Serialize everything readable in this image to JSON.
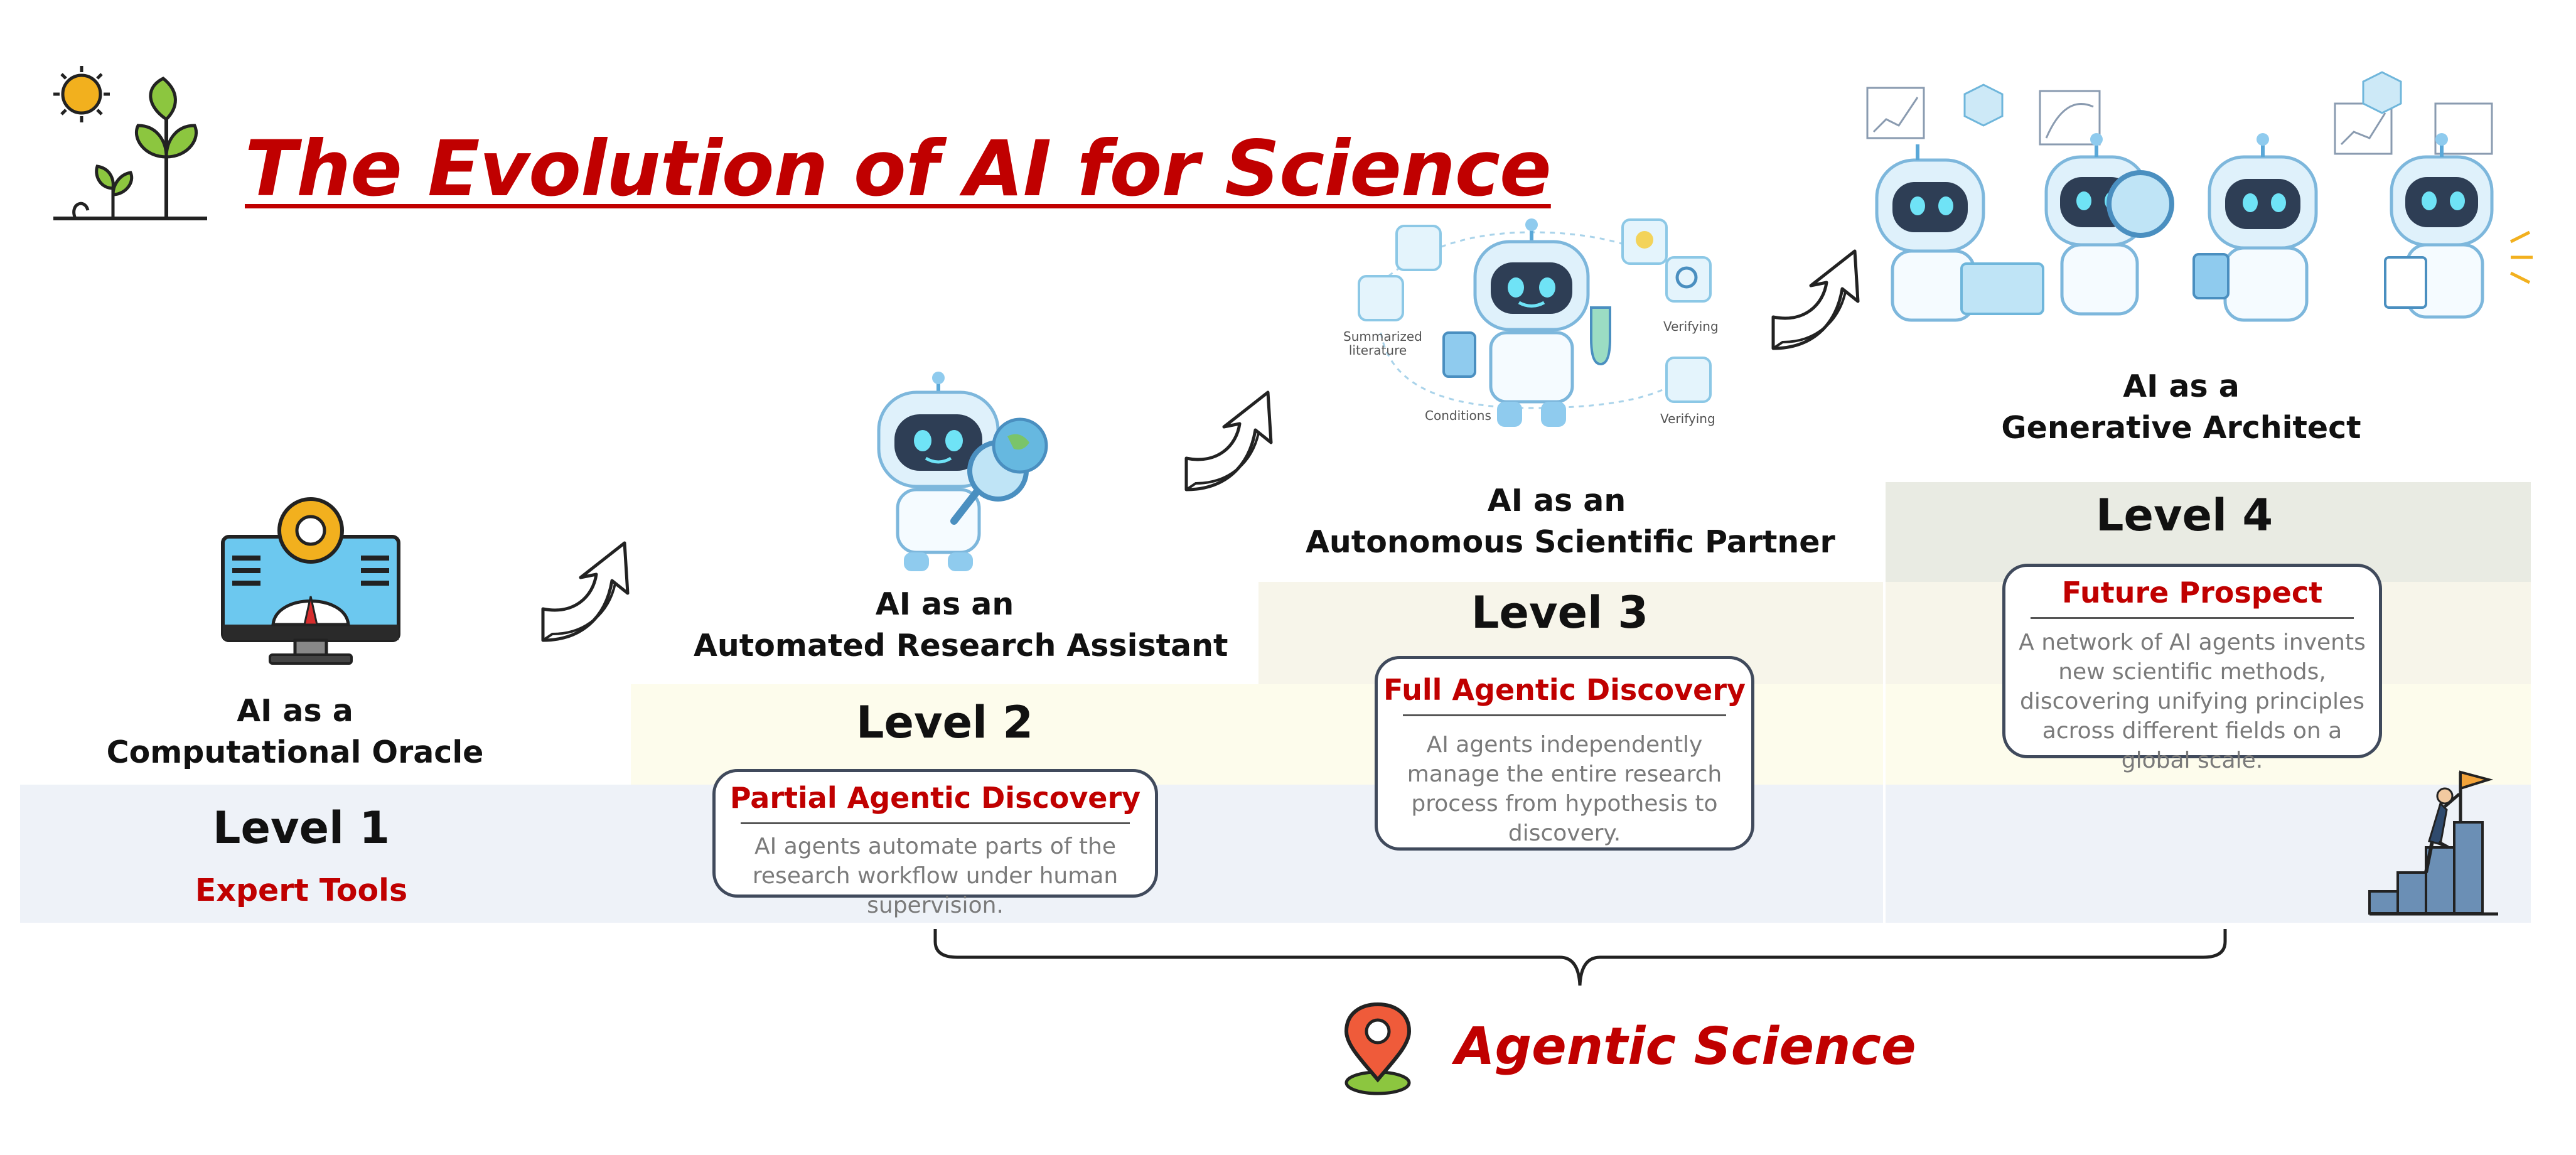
{
  "title": "The Evolution of AI for Science",
  "levels": [
    {
      "role_line1": "AI as a",
      "role_line2": "Computational Oracle",
      "level": "Level 1",
      "subtitle": "Expert Tools"
    },
    {
      "role_line1": "AI as an",
      "role_line2": "Automated Research Assistant",
      "level": "Level 2",
      "card_title": "Partial Agentic Discovery",
      "card_desc": "AI agents automate parts of the research workflow under human supervision."
    },
    {
      "role_line1": "AI as an",
      "role_line2": "Autonomous Scientific Partner",
      "level": "Level 3",
      "card_title": "Full Agentic Discovery",
      "card_desc": "AI agents independently manage the entire research process from hypothesis to discovery."
    },
    {
      "role_line1": "AI as a",
      "role_line2": "Generative Architect",
      "level": "Level 4",
      "card_title": "Future Prospect",
      "card_desc": "A network of AI agents invents new scientific methods, discovering unifying principles across different fields on a global scale."
    }
  ],
  "illustration_labels": {
    "summarized_literature": "Summarized literature",
    "conditions": "Conditions",
    "verifying_1": "Verifying",
    "verifying_2": "Verifying"
  },
  "footer": "Agentic Science",
  "colors": {
    "accent": "#c00000",
    "level1_band": "#eef2f8",
    "level2_band": "#fdfcec",
    "level3_band": "#f7f5ea",
    "level4_band": "#e9ebe3"
  },
  "icons": [
    "plant-sun-icon",
    "computer-gear-icon",
    "robot-magnifier-icon",
    "robot-scientist-icon",
    "robot-team-icon",
    "arrow-icon",
    "climber-flag-icon",
    "location-pin-icon"
  ]
}
